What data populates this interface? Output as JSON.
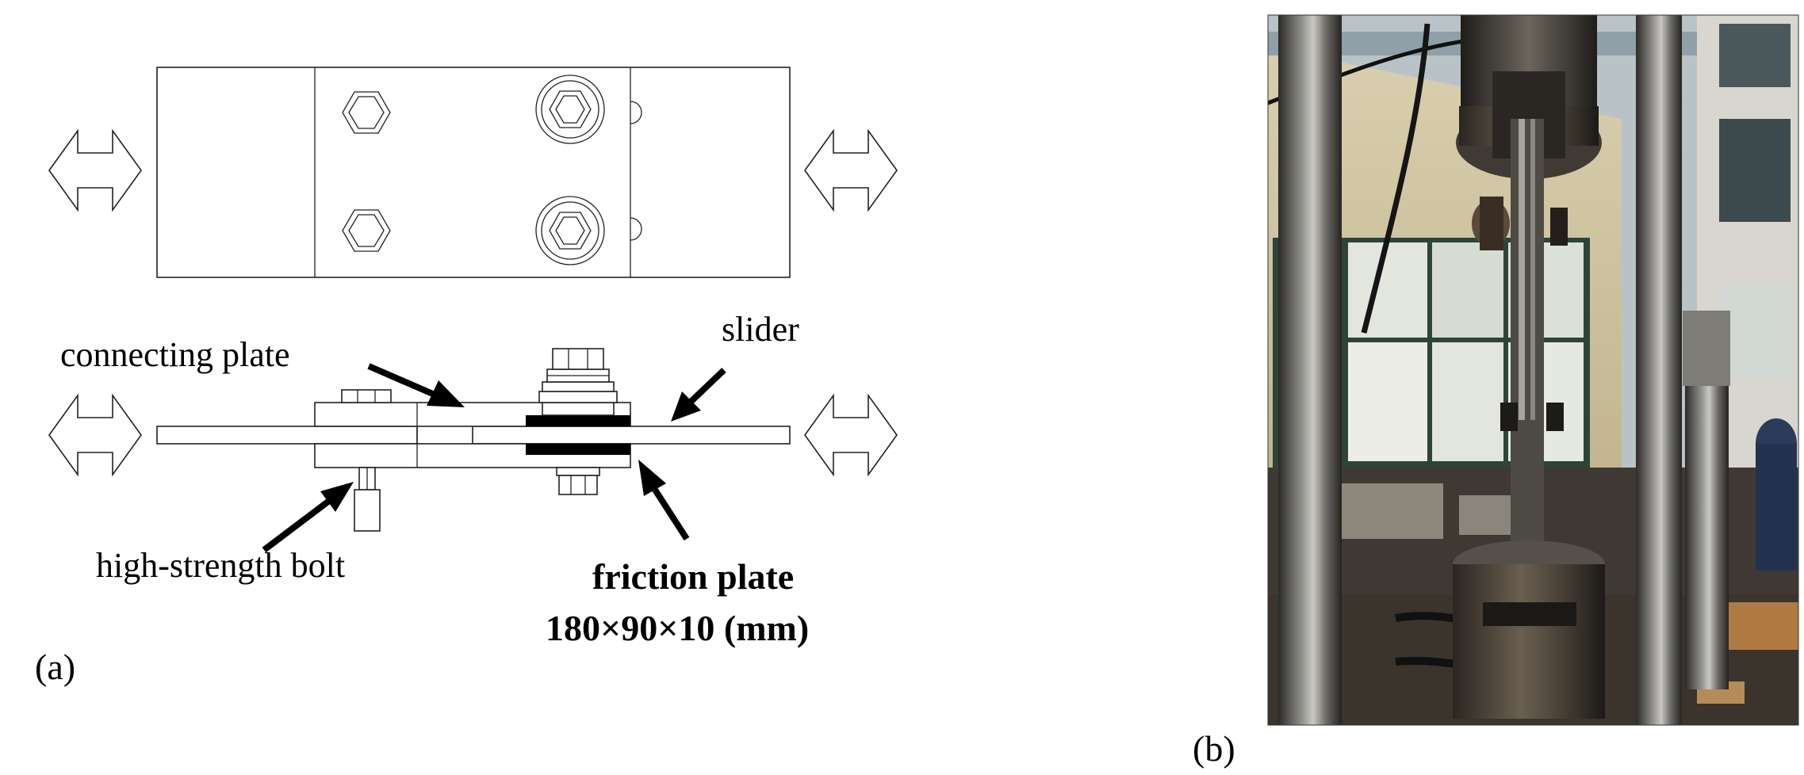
{
  "panel_a": {
    "labels": {
      "connecting_plate": "connecting plate",
      "slider": "slider",
      "high_strength_bolt": "high-strength bolt",
      "friction_plate": "friction plate",
      "friction_plate_dims": "180×90×10 (mm)"
    },
    "panel_label": "(a)"
  },
  "panel_b": {
    "panel_label": "(b)"
  },
  "colors": {
    "line": "#222222",
    "friction_plate": "#000000",
    "background": "#ffffff"
  }
}
